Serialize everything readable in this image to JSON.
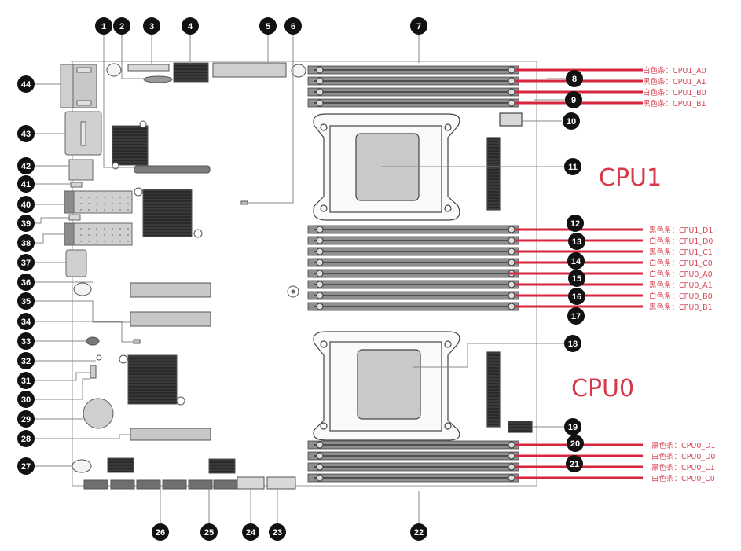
{
  "diagram": {
    "title": "Server motherboard component layout",
    "accent_color": "#d7263d",
    "cpu_labels": [
      {
        "id": "cpu1",
        "text": "CPU1"
      },
      {
        "id": "cpu0",
        "text": "CPU0"
      }
    ],
    "callouts": [
      "1",
      "2",
      "3",
      "4",
      "5",
      "6",
      "7",
      "8",
      "9",
      "10",
      "11",
      "12",
      "13",
      "14",
      "15",
      "16",
      "17",
      "18",
      "19",
      "20",
      "21",
      "22",
      "23",
      "24",
      "25",
      "26",
      "27",
      "28",
      "29",
      "30",
      "31",
      "32",
      "33",
      "34",
      "35",
      "36",
      "37",
      "38",
      "39",
      "40",
      "41",
      "42",
      "43",
      "44"
    ],
    "dimm_slots": [
      {
        "text": "白色条：CPU1_A0",
        "color": "white",
        "slot": "CPU1_A0"
      },
      {
        "text": "黑色条：CPU1_A1",
        "color": "black",
        "slot": "CPU1_A1"
      },
      {
        "text": "白色条：CPU1_B0",
        "color": "white",
        "slot": "CPU1_B0"
      },
      {
        "text": "黑色条：CPU1_B1",
        "color": "black",
        "slot": "CPU1_B1"
      },
      {
        "text": "黑色条：CPU1_D1",
        "color": "black",
        "slot": "CPU1_D1"
      },
      {
        "text": "白色条：CPU1_D0",
        "color": "white",
        "slot": "CPU1_D0"
      },
      {
        "text": "黑色条：CPU1_C1",
        "color": "black",
        "slot": "CPU1_C1"
      },
      {
        "text": "白色条：CPU1_C0",
        "color": "white",
        "slot": "CPU1_C0"
      },
      {
        "text": "白色条：CPU0_A0",
        "color": "white",
        "slot": "CPU0_A0"
      },
      {
        "text": "黑色条：CPU0_A1",
        "color": "black",
        "slot": "CPU0_A1"
      },
      {
        "text": "白色条：CPU0_B0",
        "color": "white",
        "slot": "CPU0_B0"
      },
      {
        "text": "黑色条：CPU0_B1",
        "color": "black",
        "slot": "CPU0_B1"
      },
      {
        "text": "黑色条：CPU0_D1",
        "color": "black",
        "slot": "CPU0_D1"
      },
      {
        "text": "白色条：CPU0_D0",
        "color": "white",
        "slot": "CPU0_D0"
      },
      {
        "text": "黑色条：CPU0_C1",
        "color": "black",
        "slot": "CPU0_C1"
      },
      {
        "text": "白色条：CPU0_C0",
        "color": "white",
        "slot": "CPU0_C0"
      }
    ]
  }
}
